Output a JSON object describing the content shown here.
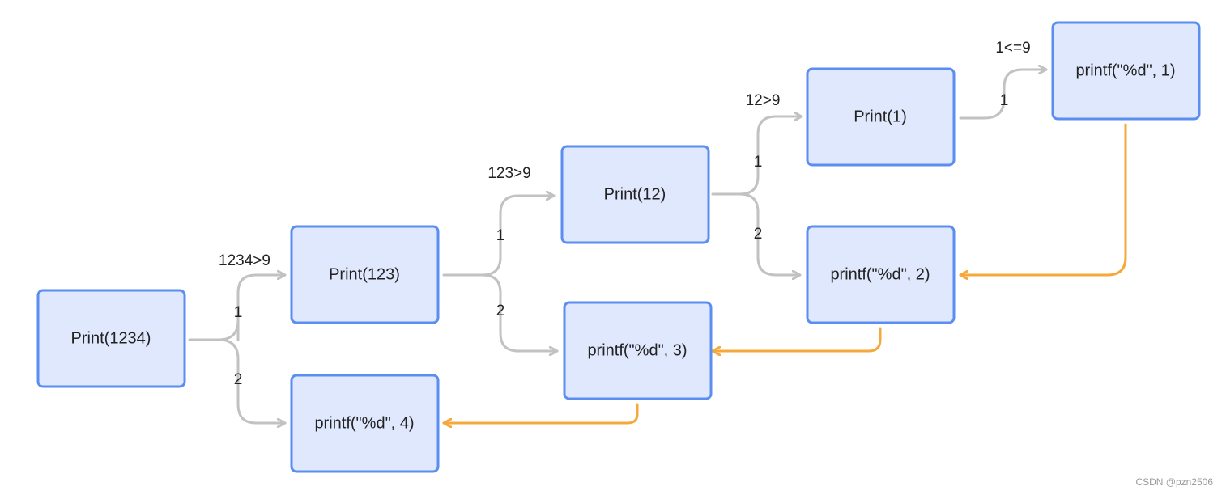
{
  "nodes": {
    "print1234": "Print(1234)",
    "print123": "Print(123)",
    "print12": "Print(12)",
    "print1": "Print(1)",
    "printf1": "printf(\"%d\", 1)",
    "printf2": "printf(\"%d\", 2)",
    "printf3": "printf(\"%d\", 3)",
    "printf4": "printf(\"%d\", 4)"
  },
  "edge_labels": {
    "cond_1234": "1234>9",
    "cond_123": "123>9",
    "cond_12": "12>9",
    "cond_1": "1<=9",
    "step1_a": "1",
    "step2_a": "2",
    "step1_b": "1",
    "step2_b": "2",
    "step1_c": "1",
    "step2_c": "2",
    "step1_d": "1"
  },
  "colors": {
    "node_fill": "#dfe8fc",
    "node_border": "#5b8ef0",
    "call_arrow": "#c2c2c2",
    "return_arrow": "#f5a93b"
  },
  "watermark": "CSDN @pzn2506"
}
